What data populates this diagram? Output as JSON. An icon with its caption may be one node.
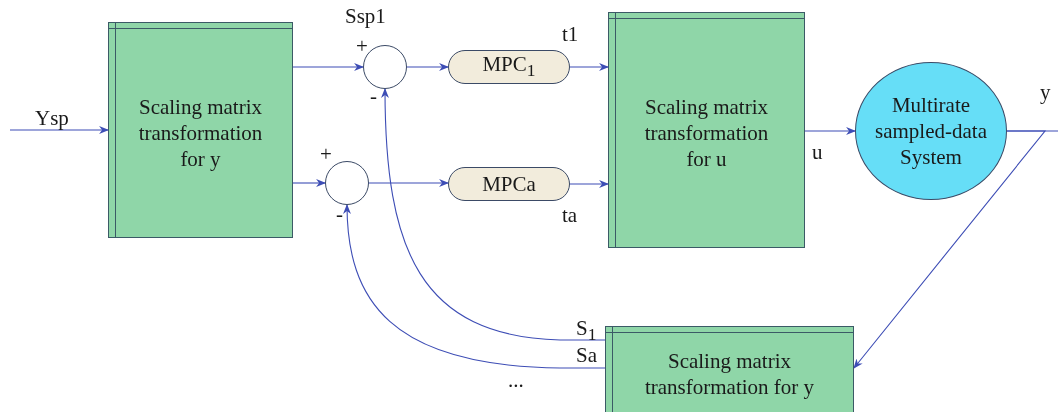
{
  "diagram": {
    "nodes": [
      {
        "text": [
          "Scaling matrix transformation for y"
        ]
      },
      {
        "text": [],
        "shape": "circle"
      },
      {
        "text": [],
        "shape": "circle"
      },
      {
        "text": [
          "MPC$_{1}$"
        ]
      },
      {
        "text": [
          "MPCa"
        ]
      },
      {
        "text": [
          "Scaling matrix transformation for u"
        ]
      },
      {
        "text": [
          "Multirate sampled-data System"
        ]
      },
      {
        "text": [
          "Scaling matrix transformation for y"
        ]
      }
    ],
    "edges": [
      {
        "from": null,
        "to": 0,
        "arrow": "to",
        "label": "Ysp"
      },
      {
        "from": 0,
        "to": 1,
        "arrow": "to"
      },
      {
        "from": 0,
        "to": 2,
        "arrow": "to"
      },
      {
        "from": 1,
        "to": 3,
        "arrow": "to"
      },
      {
        "from": 2,
        "to": 4,
        "arrow": "to"
      },
      {
        "from": 3,
        "to": 5,
        "arrow": "to"
      },
      {
        "from": 4,
        "to": 5,
        "arrow": "to"
      },
      {
        "from": 5,
        "to": 6,
        "arrow": "to",
        "label": "u"
      },
      {
        "from": 6,
        "to": 7,
        "arrow": "to"
      },
      {
        "from": 6,
        "to": null,
        "arrow": "none"
      },
      {
        "from": 7,
        "to": 1,
        "arrow": "to"
      },
      {
        "from": 7,
        "to": 2,
        "arrow": "to"
      }
    ],
    "labels": [
      "Ssp1",
      "+",
      "-",
      "+",
      "-",
      "t1",
      "ta",
      "y",
      "S$_{1}$",
      "Sa",
      "..."
    ]
  }
}
